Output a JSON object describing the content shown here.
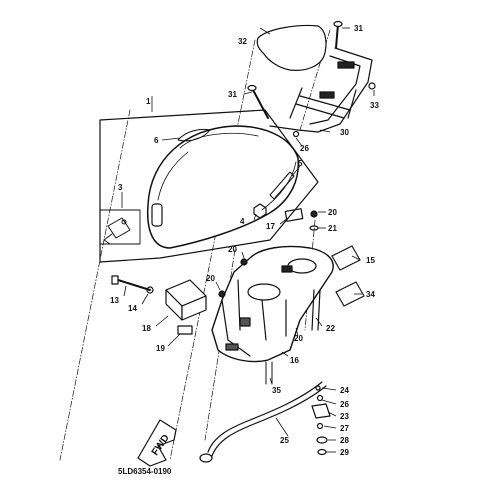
{
  "diagram": {
    "code": "5LD6354-0190",
    "fwd_label": "FWD",
    "colors": {
      "ink": "#111111",
      "paper": "#ffffff"
    },
    "callouts": [
      {
        "id": "c1",
        "label": "1"
      },
      {
        "id": "c3",
        "label": "3"
      },
      {
        "id": "c4",
        "label": "4"
      },
      {
        "id": "c5",
        "label": "5"
      },
      {
        "id": "c6",
        "label": "6"
      },
      {
        "id": "c13",
        "label": "13"
      },
      {
        "id": "c14",
        "label": "14"
      },
      {
        "id": "c15",
        "label": "15"
      },
      {
        "id": "c16",
        "label": "16"
      },
      {
        "id": "c17",
        "label": "17"
      },
      {
        "id": "c18",
        "label": "18"
      },
      {
        "id": "c19",
        "label": "19"
      },
      {
        "id": "c20a",
        "label": "20"
      },
      {
        "id": "c20b",
        "label": "20"
      },
      {
        "id": "c20c",
        "label": "20"
      },
      {
        "id": "c20d",
        "label": "20"
      },
      {
        "id": "c21",
        "label": "21"
      },
      {
        "id": "c22",
        "label": "22"
      },
      {
        "id": "c23",
        "label": "23"
      },
      {
        "id": "c24",
        "label": "24"
      },
      {
        "id": "c25",
        "label": "25"
      },
      {
        "id": "c26a",
        "label": "26"
      },
      {
        "id": "c26b",
        "label": "26"
      },
      {
        "id": "c27",
        "label": "27"
      },
      {
        "id": "c28",
        "label": "28"
      },
      {
        "id": "c29",
        "label": "29"
      },
      {
        "id": "c30",
        "label": "30"
      },
      {
        "id": "c31a",
        "label": "31"
      },
      {
        "id": "c31b",
        "label": "31"
      },
      {
        "id": "c32",
        "label": "32"
      },
      {
        "id": "c33",
        "label": "33"
      },
      {
        "id": "c34",
        "label": "34"
      },
      {
        "id": "c35",
        "label": "35"
      }
    ]
  }
}
